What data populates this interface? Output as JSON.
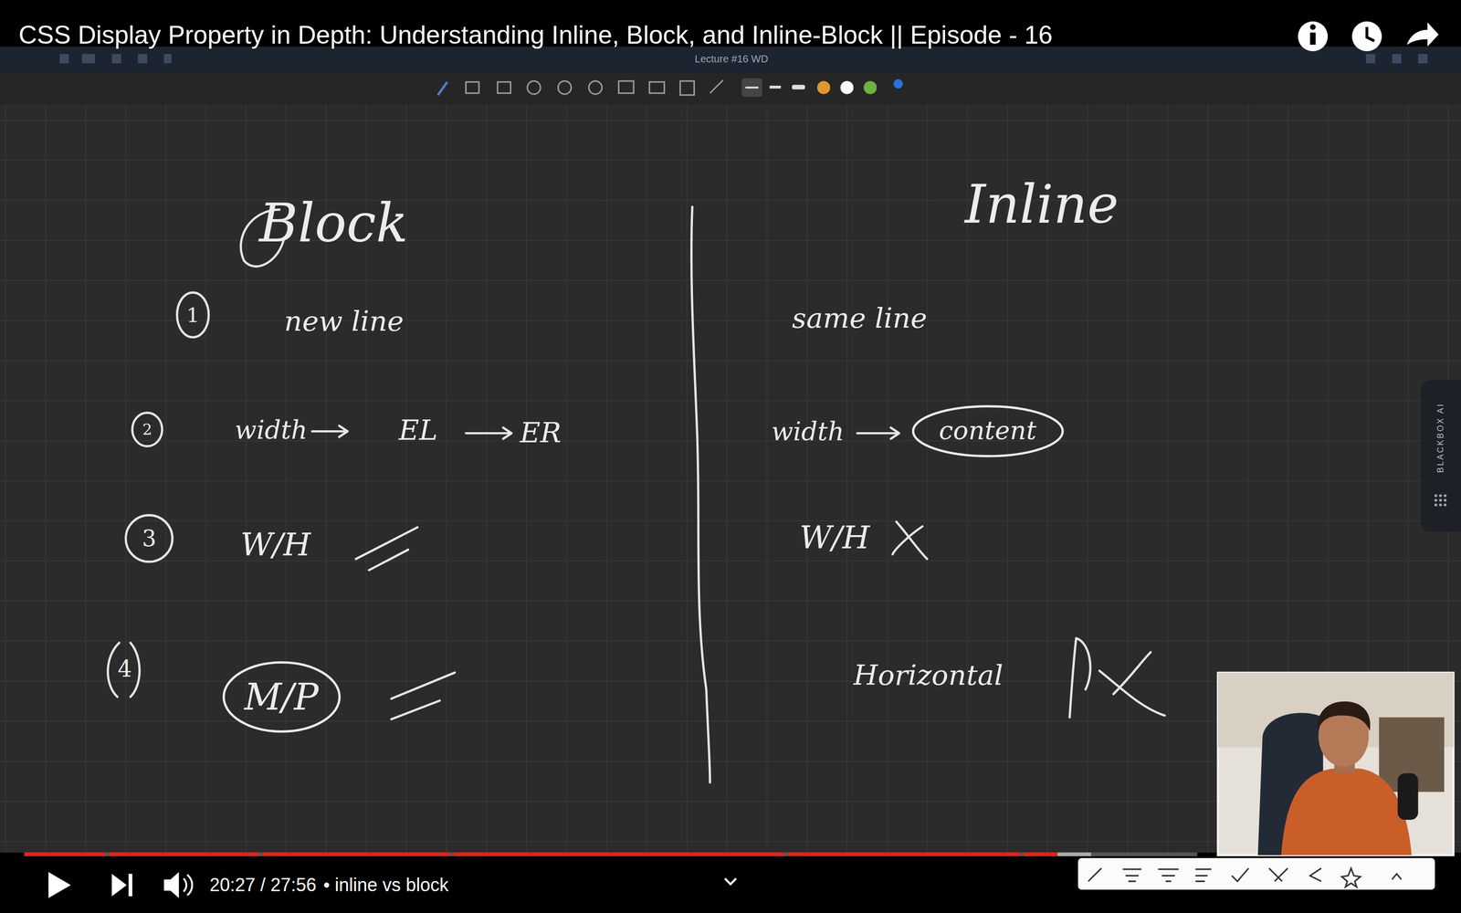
{
  "diagram": {
    "title": "CSS Display Property in Depth: Understanding Inline, Block, and Inline-Block || Episode - 16",
    "nodes": [
      {
        "text": [
          "content"
        ]
      },
      {
        "text": [
          "M/P"
        ]
      }
    ],
    "labels": [
      "Lecture #16 WD",
      "Block",
      "1",
      "new line",
      "2",
      "width",
      "EL",
      "ER",
      "3",
      "W/H",
      "4",
      "Inline",
      "same line",
      "width",
      "W/H",
      "Horizontal",
      "BLACKBOX AI",
      "20:27 / 27:56",
      "• inline vs block"
    ]
  }
}
